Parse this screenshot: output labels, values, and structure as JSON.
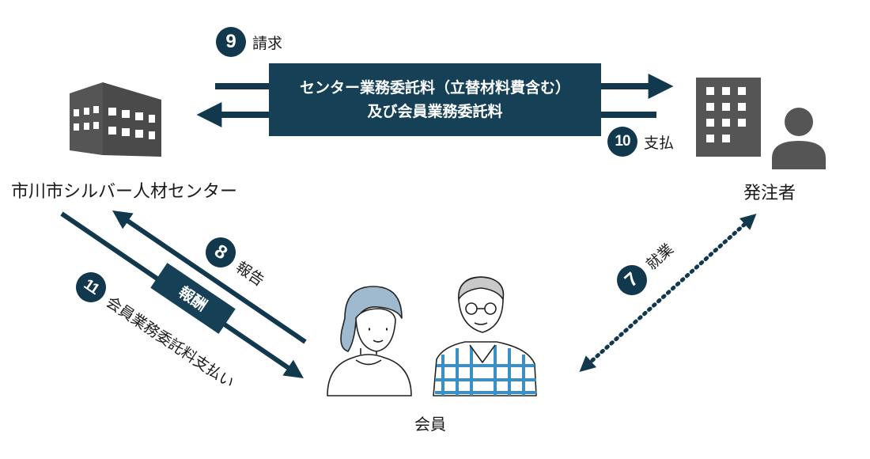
{
  "nodes": {
    "center": "市川市シルバー人材センター",
    "client": "発注者",
    "member": "会員"
  },
  "fee_box": {
    "line1": "センター業務委託料（立替材料費含む）",
    "line2": "及び会員業務委託料"
  },
  "steps": [
    {
      "num": "9",
      "text": "請求"
    },
    {
      "num": "10",
      "text": "支払"
    },
    {
      "num": "8",
      "text": "報告"
    },
    {
      "num": "7",
      "text": "就業"
    },
    {
      "num": "11",
      "text": "会員業務委託料支払い"
    }
  ],
  "remuneration_label": "報酬",
  "colors": {
    "navy": "#12384e",
    "box": "#154056",
    "icon_gray": "#555555",
    "hair_blue": "#9fb9cf",
    "shirt_check": "#3b8fc4"
  }
}
